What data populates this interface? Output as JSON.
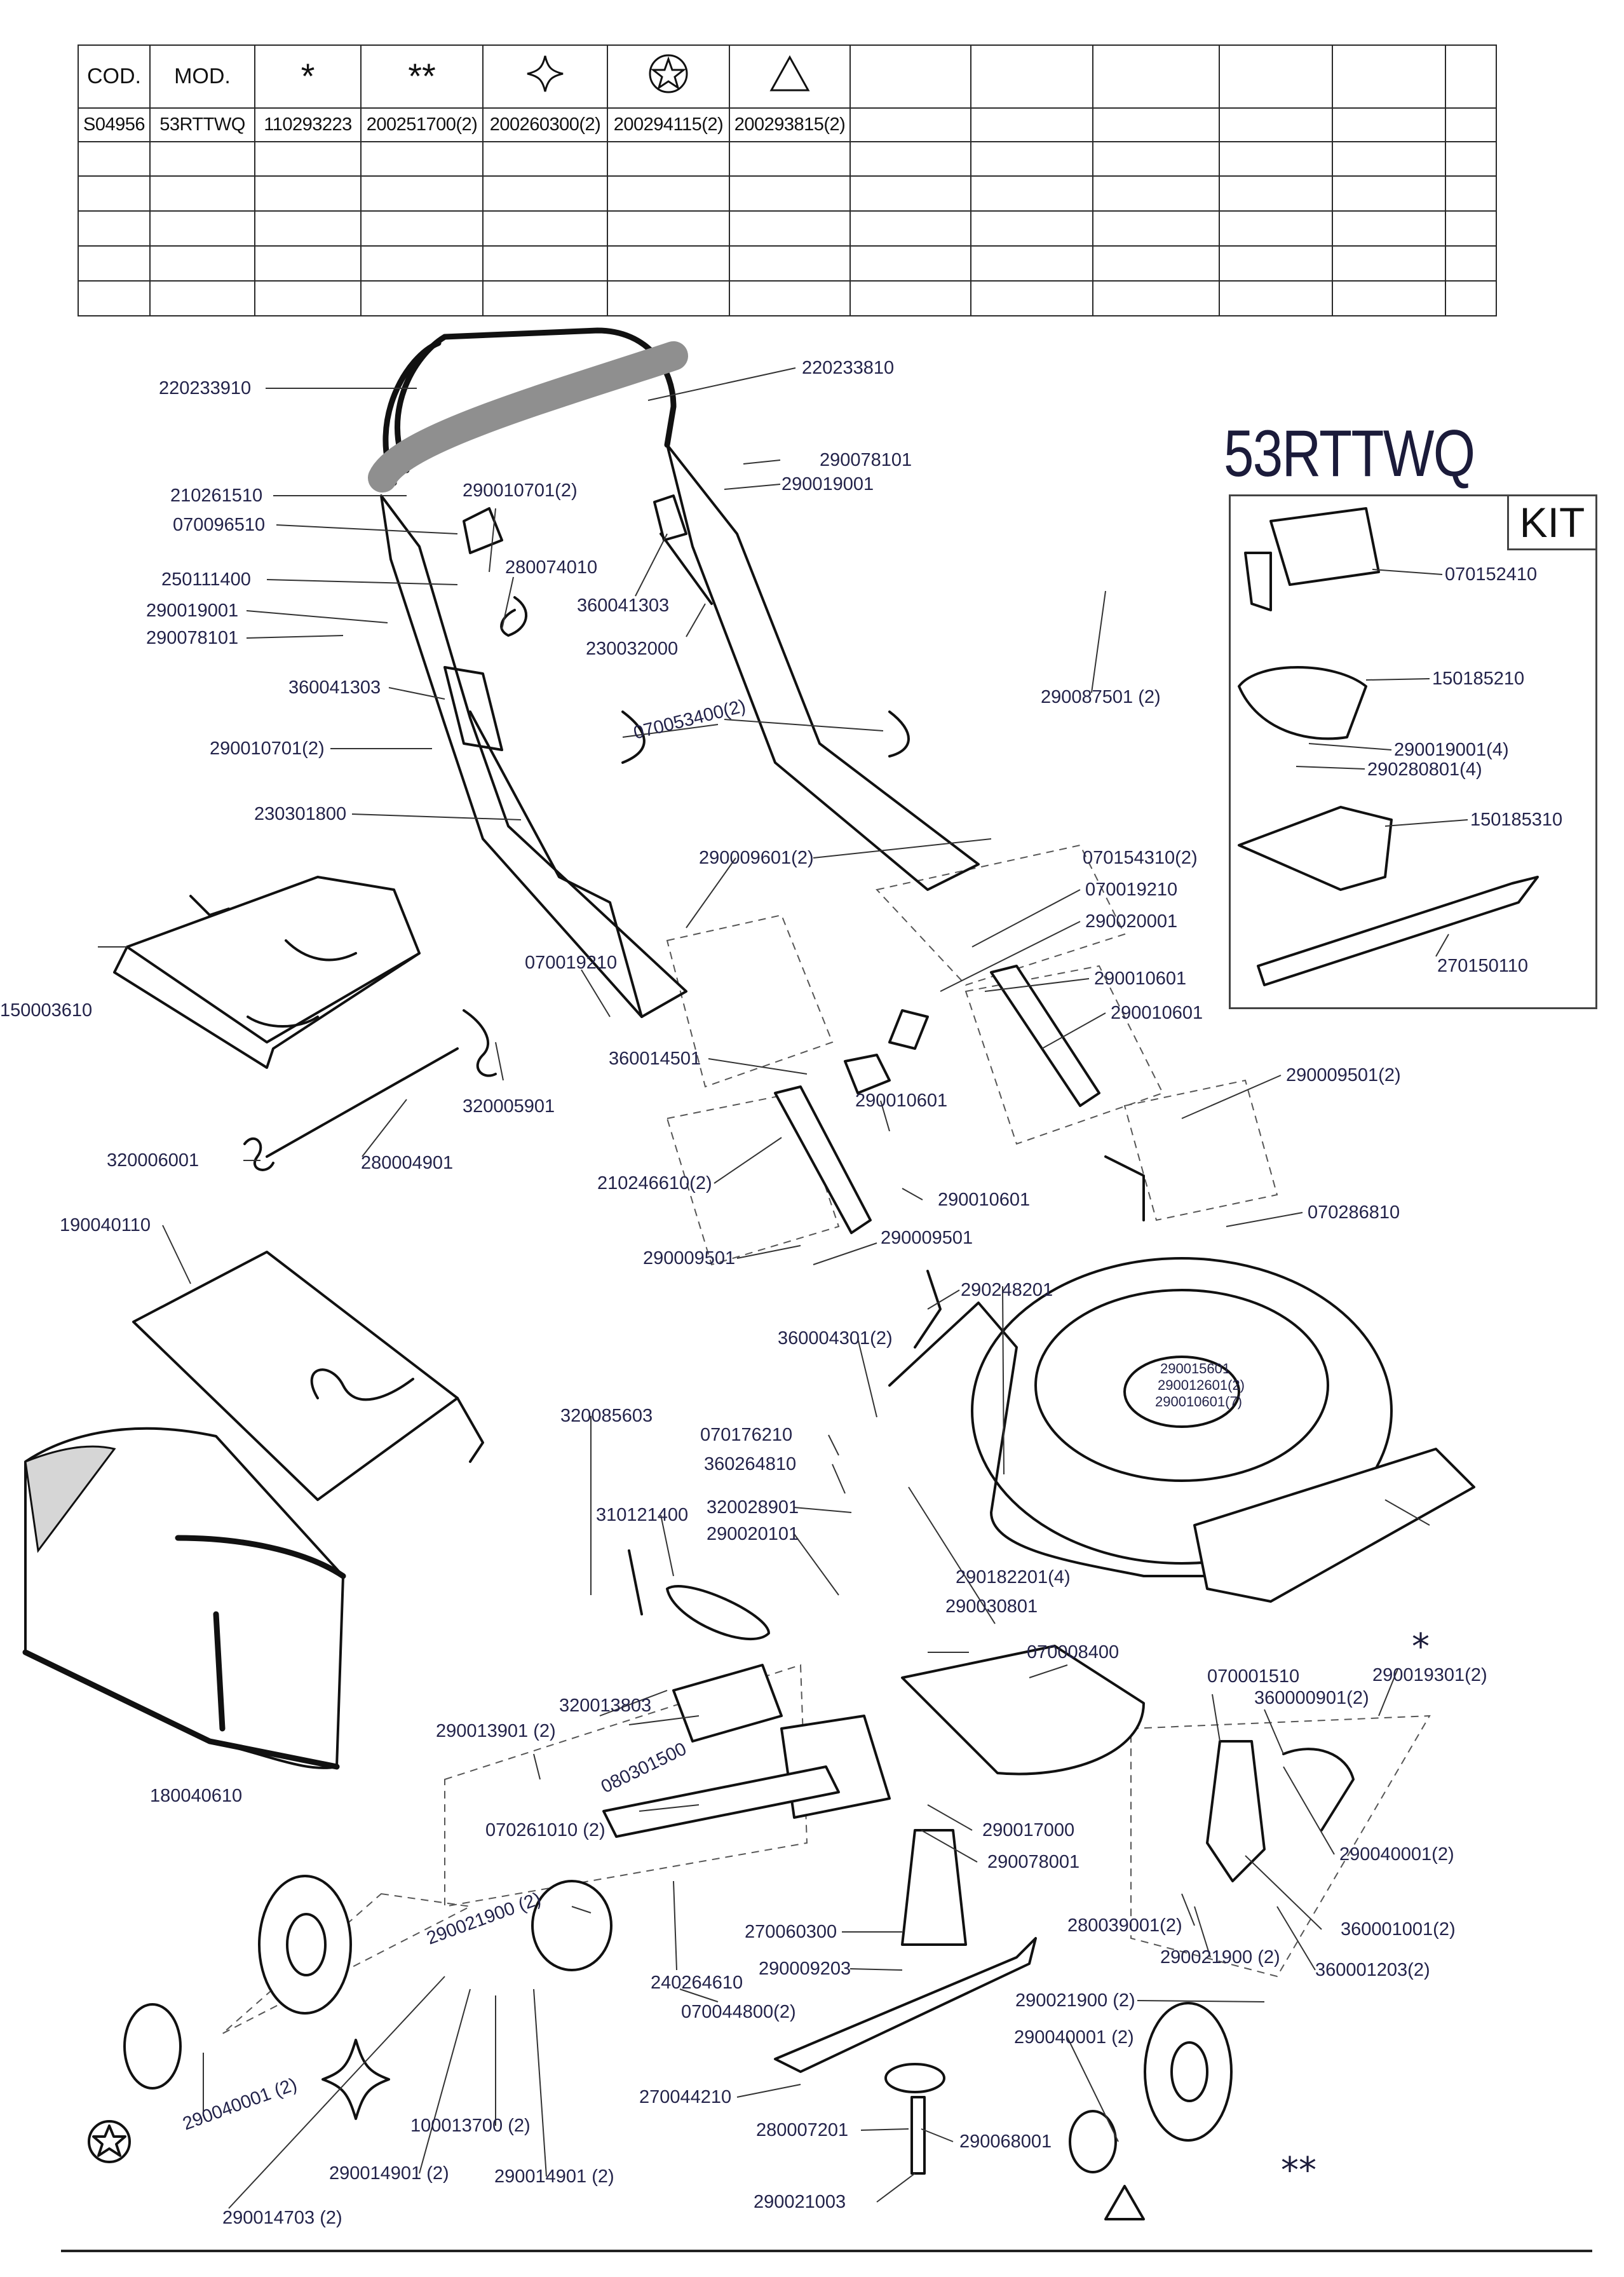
{
  "table": {
    "headers": [
      "COD.",
      "MOD.",
      "*",
      "**",
      "diamond-star-icon",
      "circle-star-icon",
      "triangle-icon",
      "",
      "",
      "",
      "",
      "",
      ""
    ],
    "row": [
      "S04956",
      "53RTTWQ",
      "110293223",
      "200251700(2)",
      "200260300(2)",
      "200294115(2)",
      "200293815(2)",
      "",
      "",
      "",
      "",
      "",
      ""
    ],
    "blank_rows": 5
  },
  "model": "53RTTWQ",
  "kit": {
    "title": "KIT",
    "parts": [
      "070152410",
      "150185210",
      "290019001(4)",
      "290280801(4)",
      "150185310",
      "270150110"
    ]
  },
  "labels": {
    "l01": "220233910",
    "l02": "220233810",
    "l03": "290078101",
    "l04": "290019001",
    "l05": "210261510",
    "l06": "290010701(2)",
    "l07": "070096510",
    "l08": "280074010",
    "l09": "250111400",
    "l10": "360041303",
    "l11": "290019001",
    "l12": "290078101",
    "l13": "230032000",
    "l14": "360041303",
    "l15": "290087501 (2)",
    "l16": "070053400(2)",
    "l17": "290010701(2)",
    "l18": "230301800",
    "l19": "290009601(2)",
    "l20": "070154310(2)",
    "l21": "070019210",
    "l22": "290020001",
    "l23": "070019210",
    "l24": "290010601",
    "l25": "150003610",
    "l26": "290010601",
    "l27": "360014501",
    "l28": "320005901",
    "l29": "290010601",
    "l30": "290009501(2)",
    "l31": "320006001",
    "l32": "280004901",
    "l33": "210246610(2)",
    "l34": "290010601",
    "l35": "070286810",
    "l36": "190040110",
    "l37": "290009501",
    "l38": "290009501",
    "l39": "290248201",
    "l40": "360004301(2)",
    "l41": "290015601",
    "l42": "290012601(2)",
    "l43": "290010601(7)",
    "l44": "320085603",
    "l45": "070176210",
    "l46": "360264810",
    "l47": "310121400",
    "l48": "320028901",
    "l49": "290020101",
    "l50": "290182201(4)",
    "l51": "290030801",
    "l52": "070008400",
    "l53": "070001510",
    "l54": "290019301(2)",
    "l55": "360000901(2)",
    "l56": "320013803",
    "l57": "290013901 (2)",
    "l58": "080301500",
    "l59": "180040610",
    "l60": "070261010 (2)",
    "l61": "290017000",
    "l62": "290078001",
    "l63": "290040001(2)",
    "l64": "290021900 (2)",
    "l65": "280039001(2)",
    "l66": "360001001(2)",
    "l67": "270060300",
    "l68": "290021900 (2)",
    "l69": "290009203",
    "l70": "240264610",
    "l71": "360001203(2)",
    "l72": "070044800(2)",
    "l73": "290021900 (2)",
    "l74": "290040001 (2)",
    "l75": "290040001 (2)",
    "l76": "270044210",
    "l77": "100013700 (2)",
    "l78": "280007201",
    "l79": "290068001",
    "l80": "290014901 (2)",
    "l81": "290014901 (2)",
    "l82": "290021003",
    "l83": "290014703 (2)"
  },
  "symbols": {
    "single_star": "*",
    "double_star": "**"
  }
}
